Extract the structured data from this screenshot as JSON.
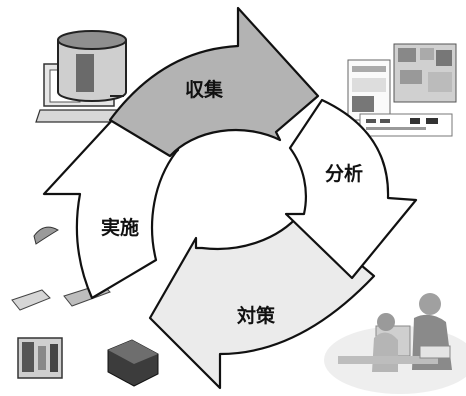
{
  "cycle": {
    "steps": [
      {
        "id": "collect",
        "label": "収集",
        "fill": "#b3b3b3"
      },
      {
        "id": "analyze",
        "label": "分析",
        "fill": "#ffffff"
      },
      {
        "id": "measures",
        "label": "対策",
        "fill": "#ebebeb"
      },
      {
        "id": "implement",
        "label": "実施",
        "fill": "#ffffff"
      }
    ]
  },
  "illustrations": [
    {
      "name": "database-computer-illustration",
      "icon": "database-computer"
    },
    {
      "name": "analysis-screens-illustration",
      "icon": "screens"
    },
    {
      "name": "people-meeting-illustration",
      "icon": "people-meeting"
    },
    {
      "name": "devices-illustration",
      "icon": "hardware-devices"
    }
  ]
}
